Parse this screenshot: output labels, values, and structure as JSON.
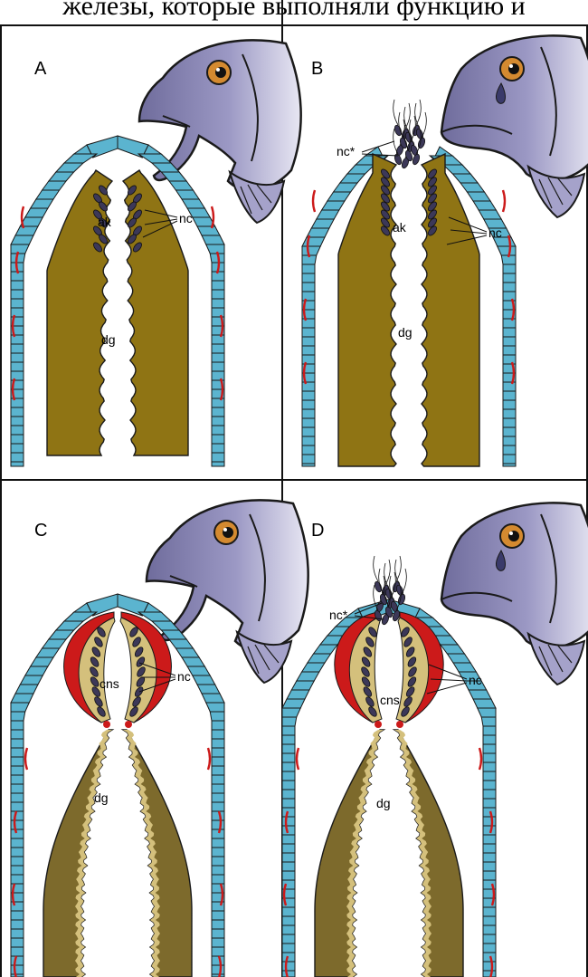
{
  "caption": "железы, которые выполняли функцию и",
  "panels": [
    {
      "letter": "A",
      "labels": {
        "nc": "nc",
        "ak": "ak",
        "dg": "dg"
      }
    },
    {
      "letter": "B",
      "labels": {
        "nc": "nc",
        "ak": "ak",
        "dg": "dg",
        "nc_star": "nc*"
      }
    },
    {
      "letter": "C",
      "labels": {
        "nc": "nc",
        "cns": "cns",
        "dg": "dg"
      }
    },
    {
      "letter": "D",
      "labels": {
        "nc": "nc",
        "cns": "cns",
        "dg": "dg",
        "nc_star": "nc*"
      }
    }
  ],
  "colors": {
    "epidermis": "#5bb4cf",
    "gut_AB": "#8f7414",
    "gut_CD_dark": "#7d6a2c",
    "gut_CD_light": "#d4c07c",
    "muscle": "#cc1a1a",
    "fish": "#8f8cb8",
    "eye": "#d48a30",
    "cnidocyte": "#4a4660"
  },
  "icons": {
    "fish_mouth_open": "fish-head-open-mouth-icon",
    "fish_sad": "fish-head-sad-icon"
  }
}
